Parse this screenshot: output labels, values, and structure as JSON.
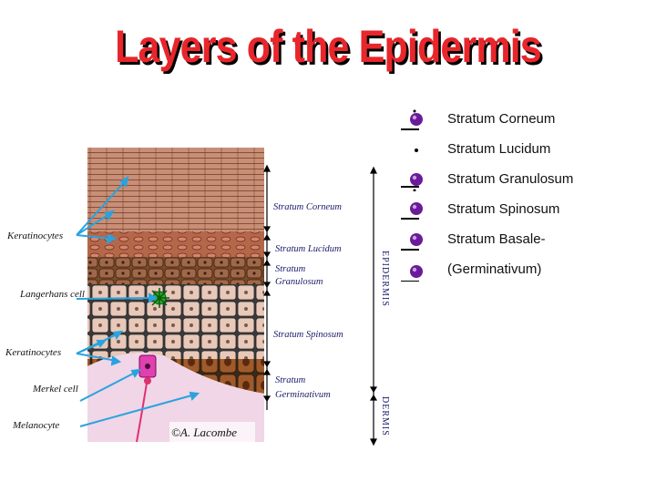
{
  "title": "Layers of the Epidermis",
  "bullets": [
    {
      "label": "Stratum Corneum",
      "icon": "purple-dot-bullet"
    },
    {
      "label": "Stratum Lucidum",
      "icon": "small-black-dot"
    },
    {
      "label": "Stratum Granulosum",
      "icon": "purple-dot-bullet"
    },
    {
      "label": "Stratum Spinosum",
      "icon": "purple-dot-bullet"
    },
    {
      "label": "Stratum Basale-",
      "icon": "purple-dot-bullet"
    },
    {
      "label": "(Germinativum)",
      "icon": "purple-dot-bullet"
    }
  ],
  "diagram": {
    "left_labels": {
      "keratinocytes_top": "Keratinocytes",
      "langerhans": "Langerhans cell",
      "keratinocytes_bottom": "Keratinocytes",
      "merkel": "Merkel cell",
      "melanocyte": "Melanocyte"
    },
    "layer_labels": {
      "corneum": "Stratum Corneum",
      "lucidum": "Stratum Lucidum",
      "granulosum_1": "Stratum",
      "granulosum_2": "Granulosum",
      "spinosum": "Stratum Spinosum",
      "germinativum_1": "Stratum",
      "germinativum_2": "Germinativum"
    },
    "region_labels": {
      "epidermis": "EPIDERMIS",
      "dermis": "DERMIS"
    },
    "credit": "©A. Lacombe"
  },
  "colors": {
    "title": "#e8262b",
    "bullet_purple": "#6a1b9a",
    "arrow_blue": "#29a3e0",
    "corneum": "#c98f76",
    "lucidum": "#b5674a",
    "granulosum": "#7b4a2a",
    "spinosum": "#e8c8b8",
    "basal": "#a05a2a",
    "dermis": "#f0d6e6",
    "merkel": "#e040b0",
    "langerhans": "#2eaa2e"
  }
}
